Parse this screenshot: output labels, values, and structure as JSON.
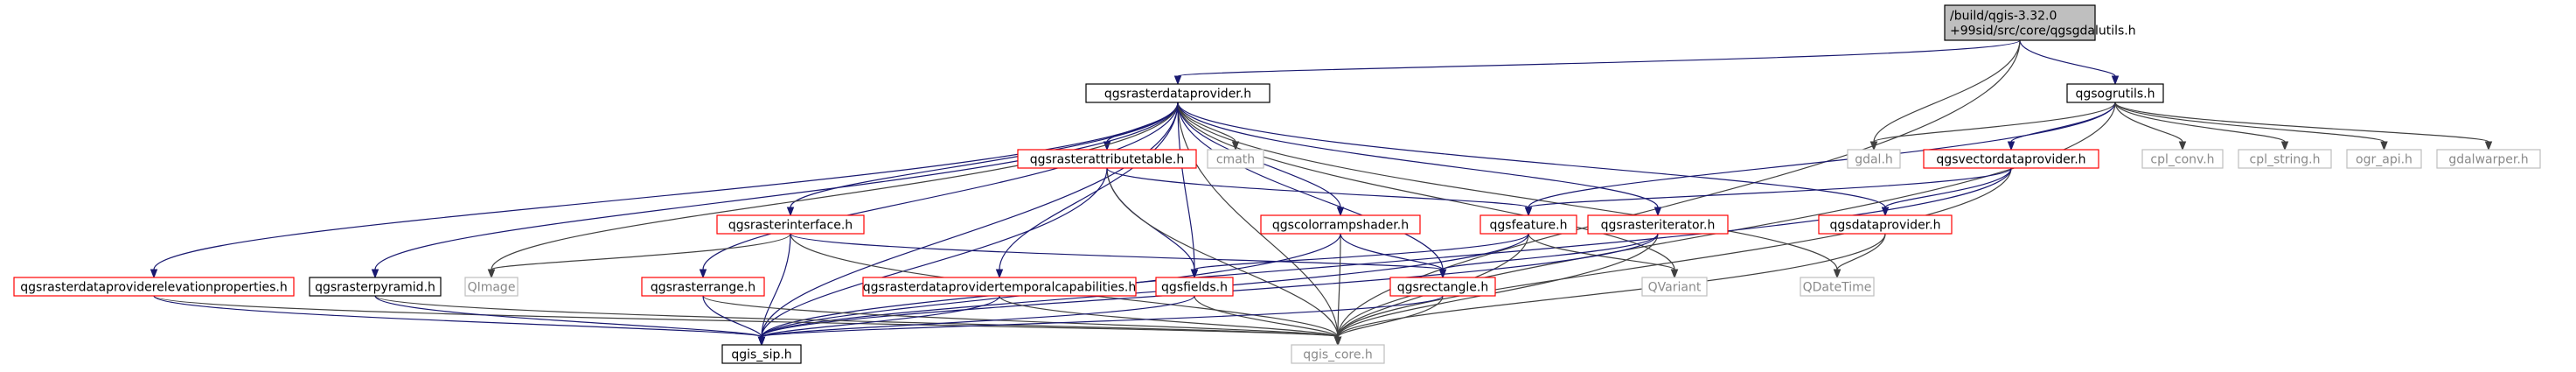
{
  "graph": {
    "nodes": [
      {
        "id": "root",
        "lines": [
          "/build/qgis-3.32.0",
          "+99sid/src/core/qgsgdalutils.h"
        ],
        "style": "root"
      },
      {
        "id": "rdp",
        "lines": [
          "qgsrasterdataprovider.h"
        ],
        "style": "black"
      },
      {
        "id": "ogr",
        "lines": [
          "qgsogrutils.h"
        ],
        "style": "black"
      },
      {
        "id": "gdal",
        "lines": [
          "gdal.h"
        ],
        "style": "gray"
      },
      {
        "id": "cplconv",
        "lines": [
          "cpl_conv.h"
        ],
        "style": "gray"
      },
      {
        "id": "cplstring",
        "lines": [
          "cpl_string.h"
        ],
        "style": "gray"
      },
      {
        "id": "ograpi",
        "lines": [
          "ogr_api.h"
        ],
        "style": "gray"
      },
      {
        "id": "gdalwarper",
        "lines": [
          "gdalwarper.h"
        ],
        "style": "gray"
      },
      {
        "id": "rat",
        "lines": [
          "qgsrasterattributetable.h"
        ],
        "style": "red"
      },
      {
        "id": "cmath",
        "lines": [
          "cmath"
        ],
        "style": "gray"
      },
      {
        "id": "vdp",
        "lines": [
          "qgsvectordataprovider.h"
        ],
        "style": "red"
      },
      {
        "id": "rif",
        "lines": [
          "qgsrasterinterface.h"
        ],
        "style": "red"
      },
      {
        "id": "crs",
        "lines": [
          "qgscolorrampshader.h"
        ],
        "style": "red"
      },
      {
        "id": "feat",
        "lines": [
          "qgsfeature.h"
        ],
        "style": "red"
      },
      {
        "id": "riter",
        "lines": [
          "qgsrasteriterator.h"
        ],
        "style": "red"
      },
      {
        "id": "dp",
        "lines": [
          "qgsdataprovider.h"
        ],
        "style": "red"
      },
      {
        "id": "rdpep",
        "lines": [
          "qgsrasterdataproviderelevationproperties.h"
        ],
        "style": "red"
      },
      {
        "id": "rpyr",
        "lines": [
          "qgsrasterpyramid.h"
        ],
        "style": "black"
      },
      {
        "id": "qimage",
        "lines": [
          "QImage"
        ],
        "style": "gray"
      },
      {
        "id": "rrange",
        "lines": [
          "qgsrasterrange.h"
        ],
        "style": "red"
      },
      {
        "id": "rdptc",
        "lines": [
          "qgsrasterdataprovidertemporalcapabilities.h"
        ],
        "style": "red"
      },
      {
        "id": "fields",
        "lines": [
          "qgsfields.h"
        ],
        "style": "red"
      },
      {
        "id": "rect",
        "lines": [
          "qgsrectangle.h"
        ],
        "style": "red"
      },
      {
        "id": "qvariant",
        "lines": [
          "QVariant"
        ],
        "style": "gray"
      },
      {
        "id": "qdatetime",
        "lines": [
          "QDateTime"
        ],
        "style": "gray"
      },
      {
        "id": "sip",
        "lines": [
          "qgis_sip.h"
        ],
        "style": "black"
      },
      {
        "id": "core",
        "lines": [
          "qgis_core.h"
        ],
        "style": "gray"
      }
    ],
    "edges": [
      [
        "root",
        "rdp"
      ],
      [
        "root",
        "gdal"
      ],
      [
        "root",
        "ogr"
      ],
      [
        "root",
        "core"
      ],
      [
        "rdp",
        "core"
      ],
      [
        "rdp",
        "cmath"
      ],
      [
        "rdp",
        "rat"
      ],
      [
        "rdp",
        "rif"
      ],
      [
        "rdp",
        "crs"
      ],
      [
        "rdp",
        "riter"
      ],
      [
        "rdp",
        "dp"
      ],
      [
        "rdp",
        "rdpep"
      ],
      [
        "rdp",
        "rpyr"
      ],
      [
        "rdp",
        "qimage"
      ],
      [
        "rdp",
        "rrange"
      ],
      [
        "rdp",
        "rdptc"
      ],
      [
        "rdp",
        "fields"
      ],
      [
        "rdp",
        "rect"
      ],
      [
        "rdp",
        "qvariant"
      ],
      [
        "rdp",
        "qdatetime"
      ],
      [
        "rdp",
        "sip"
      ],
      [
        "ogr",
        "gdal"
      ],
      [
        "ogr",
        "cplconv"
      ],
      [
        "ogr",
        "cplstring"
      ],
      [
        "ogr",
        "ograpi"
      ],
      [
        "ogr",
        "gdalwarper"
      ],
      [
        "ogr",
        "vdp"
      ],
      [
        "ogr",
        "feat"
      ],
      [
        "ogr",
        "core"
      ],
      [
        "vdp",
        "feat"
      ],
      [
        "vdp",
        "dp"
      ],
      [
        "vdp",
        "core"
      ],
      [
        "vdp",
        "sip"
      ],
      [
        "rat",
        "feat"
      ],
      [
        "rat",
        "fields"
      ],
      [
        "rat",
        "core"
      ],
      [
        "rat",
        "sip"
      ],
      [
        "rif",
        "qimage"
      ],
      [
        "rif",
        "rect"
      ],
      [
        "rif",
        "core"
      ],
      [
        "rif",
        "sip"
      ],
      [
        "crs",
        "rect"
      ],
      [
        "crs",
        "core"
      ],
      [
        "crs",
        "sip"
      ],
      [
        "feat",
        "fields"
      ],
      [
        "feat",
        "qvariant"
      ],
      [
        "feat",
        "core"
      ],
      [
        "feat",
        "sip"
      ],
      [
        "riter",
        "rect"
      ],
      [
        "riter",
        "core"
      ],
      [
        "riter",
        "sip"
      ],
      [
        "dp",
        "qdatetime"
      ],
      [
        "dp",
        "core"
      ],
      [
        "rdpep",
        "core"
      ],
      [
        "rdpep",
        "sip"
      ],
      [
        "rpyr",
        "core"
      ],
      [
        "rpyr",
        "sip"
      ],
      [
        "rrange",
        "core"
      ],
      [
        "rrange",
        "sip"
      ],
      [
        "rdptc",
        "core"
      ],
      [
        "rdptc",
        "sip"
      ],
      [
        "fields",
        "core"
      ],
      [
        "fields",
        "sip"
      ],
      [
        "rect",
        "core"
      ],
      [
        "rect",
        "sip"
      ]
    ]
  },
  "colors": {
    "edge": "#191970",
    "edge_gray": "#404040",
    "border_black": "#000000",
    "border_red": "#ff0000",
    "border_gray": "#bfbfbf",
    "root_fill": "#bfbfbf",
    "text_muted": "#8a8a8a"
  }
}
